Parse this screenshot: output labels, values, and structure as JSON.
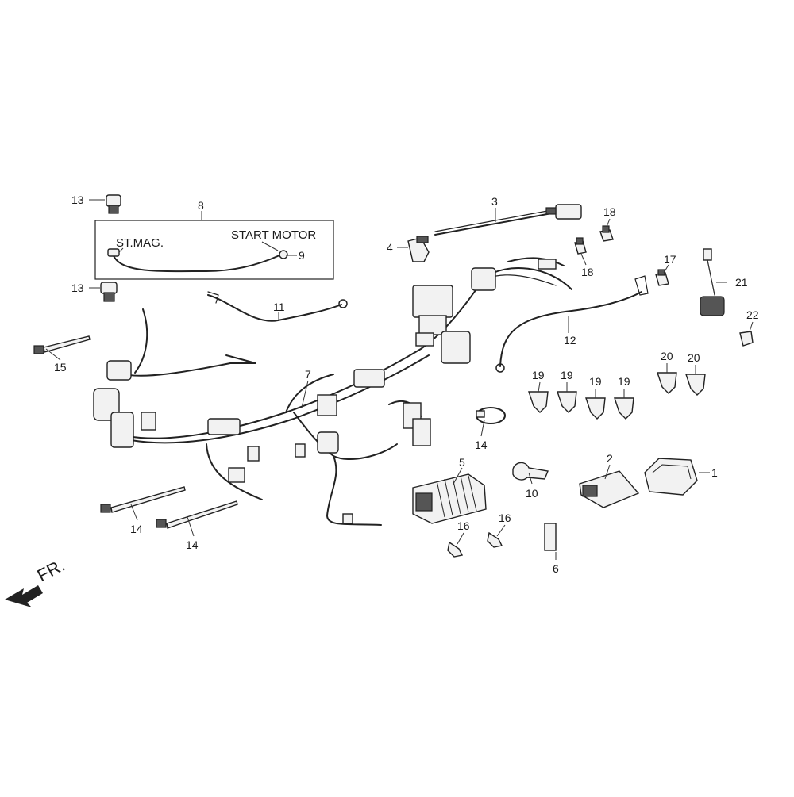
{
  "callouts": [
    {
      "id": "c1",
      "text": "1"
    },
    {
      "id": "c2",
      "text": "2"
    },
    {
      "id": "c3",
      "text": "3"
    },
    {
      "id": "c4",
      "text": "4"
    },
    {
      "id": "c5",
      "text": "5"
    },
    {
      "id": "c6",
      "text": "6"
    },
    {
      "id": "c7",
      "text": "7"
    },
    {
      "id": "c8",
      "text": "8"
    },
    {
      "id": "c9",
      "text": "9"
    },
    {
      "id": "c10",
      "text": "10"
    },
    {
      "id": "c11",
      "text": "11"
    },
    {
      "id": "c12",
      "text": "12"
    },
    {
      "id": "c13a",
      "text": "13"
    },
    {
      "id": "c13b",
      "text": "13"
    },
    {
      "id": "c14a",
      "text": "14"
    },
    {
      "id": "c14b",
      "text": "14"
    },
    {
      "id": "c14c",
      "text": "14"
    },
    {
      "id": "c15",
      "text": "15"
    },
    {
      "id": "c16a",
      "text": "16"
    },
    {
      "id": "c16b",
      "text": "16"
    },
    {
      "id": "c17",
      "text": "17"
    },
    {
      "id": "c18a",
      "text": "18"
    },
    {
      "id": "c18b",
      "text": "18"
    },
    {
      "id": "c19a",
      "text": "19"
    },
    {
      "id": "c19b",
      "text": "19"
    },
    {
      "id": "c19c",
      "text": "19"
    },
    {
      "id": "c19d",
      "text": "19"
    },
    {
      "id": "c20a",
      "text": "20"
    },
    {
      "id": "c20b",
      "text": "20"
    },
    {
      "id": "c21",
      "text": "21"
    },
    {
      "id": "c22",
      "text": "22"
    }
  ],
  "captions": {
    "st_mag": "ST.MAG.",
    "start_motor": "START MOTOR",
    "front": "FR."
  }
}
